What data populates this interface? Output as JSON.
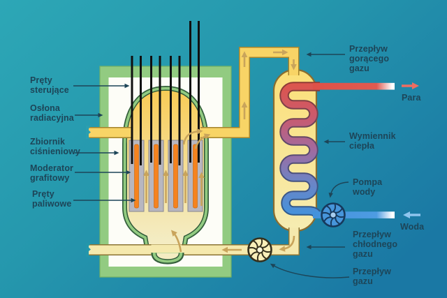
{
  "diagram": {
    "subject": "gas-cooled nuclear reactor schematic",
    "language": "Polish"
  },
  "labels": {
    "control_rods": {
      "line1": "Pręty",
      "line2": "sterujące"
    },
    "radiation_shield": {
      "line1": "Osłona",
      "line2": "radiacyjna"
    },
    "pressure_vessel": {
      "line1": "Zbiornik",
      "line2": "ciśnieniowy"
    },
    "graphite_moderator": {
      "line1": "Moderator",
      "line2": "grafitowy"
    },
    "fuel_rods": {
      "line1": "Pręty",
      "line2": "paliwowe"
    },
    "hot_gas_flow": {
      "line1": "Przepływ",
      "line2": "gorącego",
      "line3": "gazu"
    },
    "steam": {
      "line1": "Para"
    },
    "heat_exchanger": {
      "line1": "Wymiennik",
      "line2": "ciepła"
    },
    "water_pump": {
      "line1": "Pompa",
      "line2": "wody"
    },
    "water": {
      "line1": "Woda"
    },
    "cold_gas_flow": {
      "line1": "Przepływ",
      "line2": "chłodnego",
      "line3": "gazu"
    },
    "gas_flow": {
      "line1": "Przepływ",
      "line2": "gazu"
    }
  },
  "icons": {
    "water_pump": "turbine-icon",
    "gas_blower": "turbine-icon"
  },
  "colors": {
    "background_left": "#2da7b6",
    "background_right": "#1a78a4",
    "shield_green": "#92cb81",
    "vessel_outline_green": "#35603c",
    "pipe_yellow": "#f8d466",
    "cold_pipe_cream": "#f5e9ad",
    "hot_red": "#de5a50",
    "cold_blue": "#4392dc",
    "steam_arrow_red": "#ef6d62",
    "water_arrow_blue": "#8fc5ee",
    "moderator_gray": "#b8b7c0",
    "fuel_orange": "#f5831f",
    "control_rod_black": "#101010",
    "flow_arrow_tan": "#c9a45b",
    "label_text": "#1d4558"
  }
}
